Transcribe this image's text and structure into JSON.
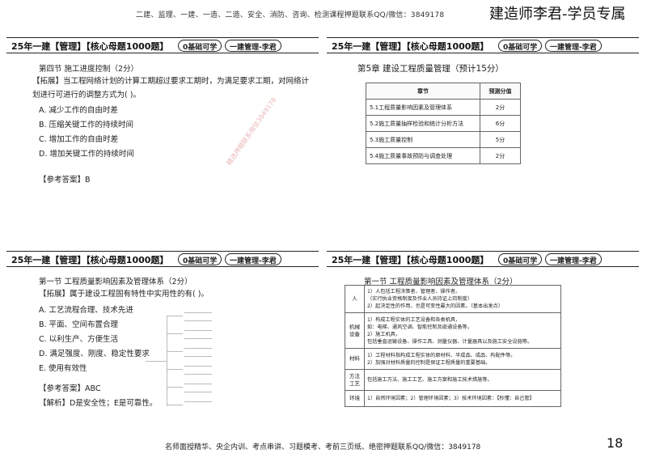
{
  "header": {
    "contact_line": "二建、监理、一建、一造、二造、安全、消防、咨询、检测课程押题联系QQ/微信：3849178",
    "brand": "建造师李君-学员专属"
  },
  "panel_header": {
    "title": "25年一建【管理】【核心母题1000题】",
    "pill1": "0基础可学",
    "pill2": "一建管理-李君"
  },
  "q1": {
    "section": "第四节 施工进度控制（2分）",
    "stem": "【拓展】当工程网络计划的计算工期超过要求工期时，为满足要求工期，对网络计划进行可进行的调整方式为(   )。",
    "options": [
      "A. 减少工作的自由时差",
      "B. 压缩关键工作的持续时间",
      "C. 增加工作的自由时差",
      "D. 增加关键工作的持续时间"
    ],
    "answer": "【参考答案】B"
  },
  "chapter5": {
    "title": "第5章 建设工程质量管理（预计15分）",
    "col1": "章节",
    "col2": "预测分值",
    "rows": [
      {
        "name": "5.1工程质量影响因素及管理体系",
        "score": "2分"
      },
      {
        "name": "5.2施工质量抽样检验和统计分析方法",
        "score": "6分"
      },
      {
        "name": "5.3施工质量控制",
        "score": "5分"
      },
      {
        "name": "5.4施工质量事故预防与调查处理",
        "score": "2分"
      }
    ]
  },
  "q3": {
    "section": "第一节 工程质量影响因素及管理体系（2分）",
    "stem": "【拓展】属于建设工程固有特性中实用性的有(   )。",
    "options": [
      "A. 工艺流程合理、技术先进",
      "B. 平面、空间布置合理",
      "C. 以利生产、方便生活",
      "D. 满足强度、刚度、稳定性要求",
      "E. 使用有效性"
    ],
    "answer": "【参考答案】ABC",
    "analysis": "【解析】D是安全性；E是可靠性。"
  },
  "q4": {
    "section": "第一节 工程质量影响因素及管理体系（2分）",
    "rows": [
      {
        "head": "人",
        "lines": [
          "1）人包括工程决策者、管理者、操作者。",
          "（实行执业资格制度及作业人员持证上岗制度）",
          "2）起决定性的作用，也是可变性最大的因素。（基本出发点）"
        ]
      },
      {
        "head": "机械设备",
        "lines": [
          "1）构成工程实体的工艺设备和各类机具，",
          "如：电梯、通风空调、智能控制及嵌通设备等。",
          "2）施工机具，",
          "包括垂直运输设备、操作工具、测量仪器、计量器具以及施工安全设施等。"
        ]
      },
      {
        "head": "材料",
        "lines": [
          "1）工程材料指构成工程实体的原材料、半成品、成品、构配件等。",
          "2）加强对材料质量的控制是保证工程质量的重要基础。"
        ]
      },
      {
        "head": "方法工艺",
        "lines": [
          "包括施工方法、施工工艺、施工方案和施工技术措施等。"
        ]
      },
      {
        "head": "环境",
        "lines": [
          "1）自然环境因素；2）管理环境因素；3）技术环境因素：【秒懂：自己管】"
        ]
      }
    ]
  },
  "footer": {
    "text": "名师面授精华、央企内训、考点串讲、习题模考、考前三页纸、绝密押题联系QQ/微信：3849178",
    "page": "18"
  },
  "watermark": "精选押题联系微信3849178"
}
